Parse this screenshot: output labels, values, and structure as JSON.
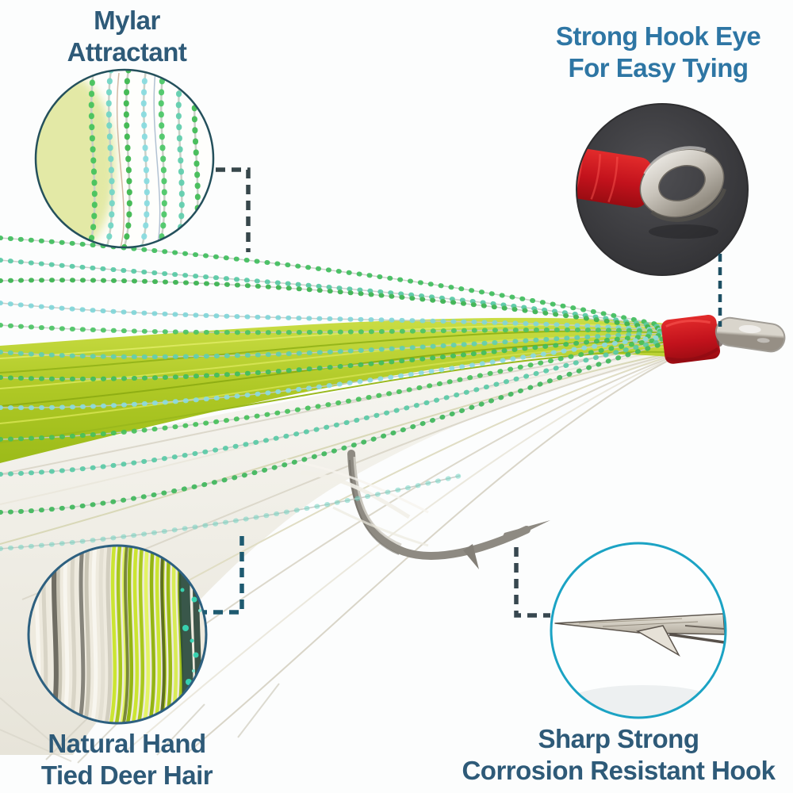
{
  "callouts": {
    "mylar": {
      "line1": "Mylar",
      "line2": "Attractant"
    },
    "hook_eye": {
      "line1": "Strong Hook Eye",
      "line2": "For Easy Tying"
    },
    "deer_hair": {
      "line1": "Natural Hand",
      "line2": "Tied Deer Hair"
    },
    "sharp_hook": {
      "line1": "Sharp Strong",
      "line2": "Corrosion Resistant Hook"
    }
  },
  "colors": {
    "background": "#fcfdfd",
    "label_text_left": "#2e5a78",
    "label_text_right": "#2e76a4",
    "chartreuse_hair": "#b4cc2e",
    "white_hair": "#f3f2ec",
    "mylar_green": "#3ec15c",
    "mylar_aqua": "#55c9a4",
    "thread_red": "#cf1620",
    "hook_silver": "#b7b2a9",
    "connector_dark": "#37474b",
    "connector_teal": "#1d4f63",
    "connector_navy": "#1e5a70",
    "connector_slate": "#37474f",
    "inset_border_dark": "#24505c",
    "inset_border_blue": "#2d6080",
    "inset_border_cyan": "#1ba3c4"
  }
}
